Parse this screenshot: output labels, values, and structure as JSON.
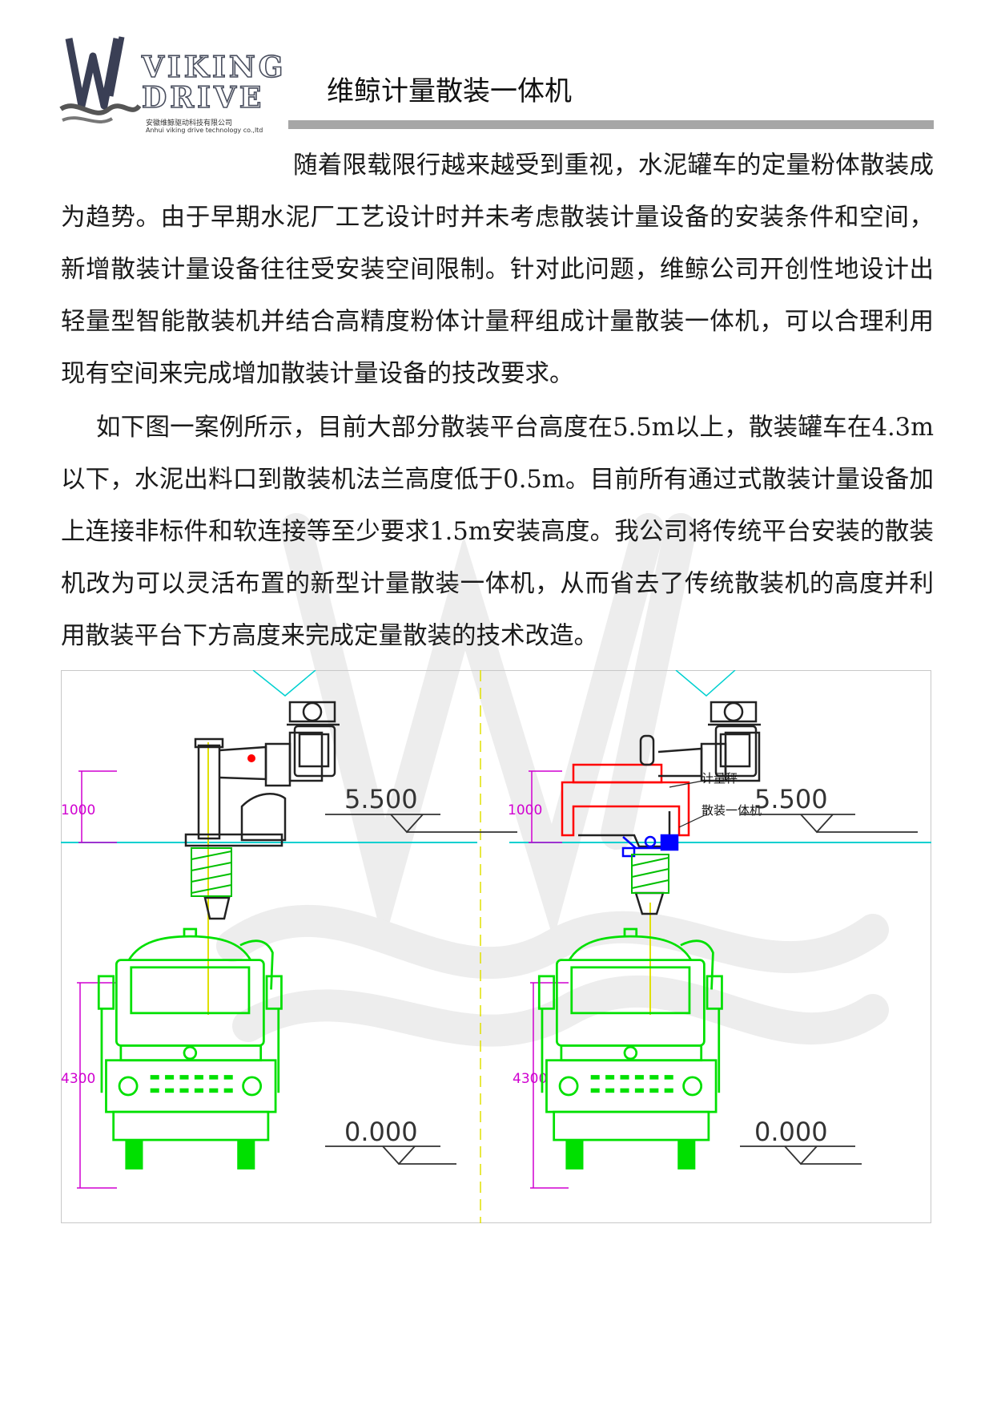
{
  "header": {
    "logo": {
      "line1": "VIKING",
      "line2": "DRIVE",
      "cn": "安徽维鲸驱动科技有限公司",
      "en": "Anhui viking drive technology co.,ltd"
    },
    "title": "维鲸计量散装一体机"
  },
  "body": {
    "p1": "随着限载限行越来越受到重视，水泥罐车的定量粉体散装成为趋势。由于早期水泥厂工艺设计时并未考虑散装计量设备的安装条件和空间，新增散装计量设备往往受安装空间限制。针对此问题，维鲸公司开创性地设计出轻量型智能散装机并结合高精度粉体计量秤组成计量散装一体机，可以合理利用现有空间来完成增加散装计量设备的技改要求。",
    "p2": "如下图一案例所示，目前大部分散装平台高度在5.5m以上，散装罐车在4.3m以下，水泥出料口到散装机法兰高度低于0.5m。目前所有通过式散装计量设备加上连接非标件和软连接等至少要求1.5m安装高度。我公司将传统平台安装的散装机改为可以灵活布置的新型计量散装一体机，从而省去了传统散装机的高度并利用散装平台下方高度来完成定量散装的技术改造。"
  },
  "drawing": {
    "left": {
      "dim_top": "1000",
      "dim_truck": "4300",
      "elev_platform": "5.500",
      "elev_ground": "0.000"
    },
    "right": {
      "dim_top": "1000",
      "dim_truck": "4300",
      "elev_platform": "5.500",
      "elev_ground": "0.000",
      "label_scale": "计量秤",
      "label_loader": "散装一体机"
    }
  },
  "colors": {
    "truck": "#00e000",
    "platform_line": "#00d0d0",
    "dimension": "#d000d0",
    "axis": "#e0e000",
    "equipment": "#222222",
    "weigher": "#ff0000",
    "loader": "#0000ff"
  }
}
